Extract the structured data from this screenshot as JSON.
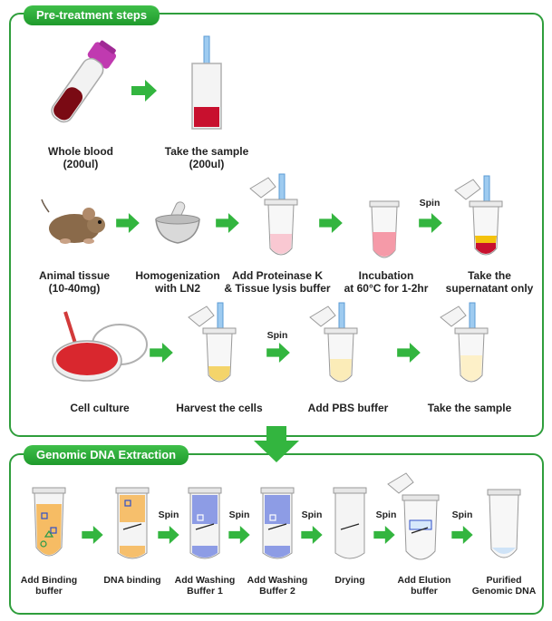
{
  "pretreatment": {
    "title": "Pre-treatment steps",
    "row1": [
      {
        "line1": "Whole blood",
        "line2": "(200ul)"
      },
      {
        "line1": "Take the sample",
        "line2": "(200ul)"
      }
    ],
    "row2": [
      {
        "line1": "Animal tissue",
        "line2": "(10-40mg)"
      },
      {
        "line1": "Homogenization",
        "line2": "with LN2"
      },
      {
        "line1": "Add Proteinase K",
        "line2": "& Tissue lysis buffer"
      },
      {
        "line1": "Incubation",
        "line2": "at 60°C for 1-2hr"
      },
      {
        "line1": "Take the",
        "line2": "supernatant only"
      }
    ],
    "row3": [
      {
        "line1": "Cell culture"
      },
      {
        "line1": "Harvest the cells"
      },
      {
        "line1": "Add PBS buffer"
      },
      {
        "line1": "Take the sample"
      }
    ],
    "spin_label": "Spin"
  },
  "extraction": {
    "title": "Genomic DNA Extraction",
    "steps": [
      {
        "line1": "Add Binding",
        "line2": "buffer"
      },
      {
        "line1": "DNA binding",
        "line2": ""
      },
      {
        "line1": "Add Washing",
        "line2": "Buffer 1"
      },
      {
        "line1": "Add Washing",
        "line2": "Buffer 2"
      },
      {
        "line1": "Drying",
        "line2": ""
      },
      {
        "line1": "Add Elution",
        "line2": "buffer"
      },
      {
        "line1": "Purified",
        "line2": "Genomic DNA"
      }
    ],
    "spin_label": "Spin"
  },
  "colors": {
    "accent_green": "#2f9e3c",
    "arrow_green": "#33b53f",
    "blood_red": "#c8102e",
    "cap_magenta": "#c03ab0",
    "cell_yellow": "#f4d46a",
    "wash_blue": "#6b7fe0"
  }
}
